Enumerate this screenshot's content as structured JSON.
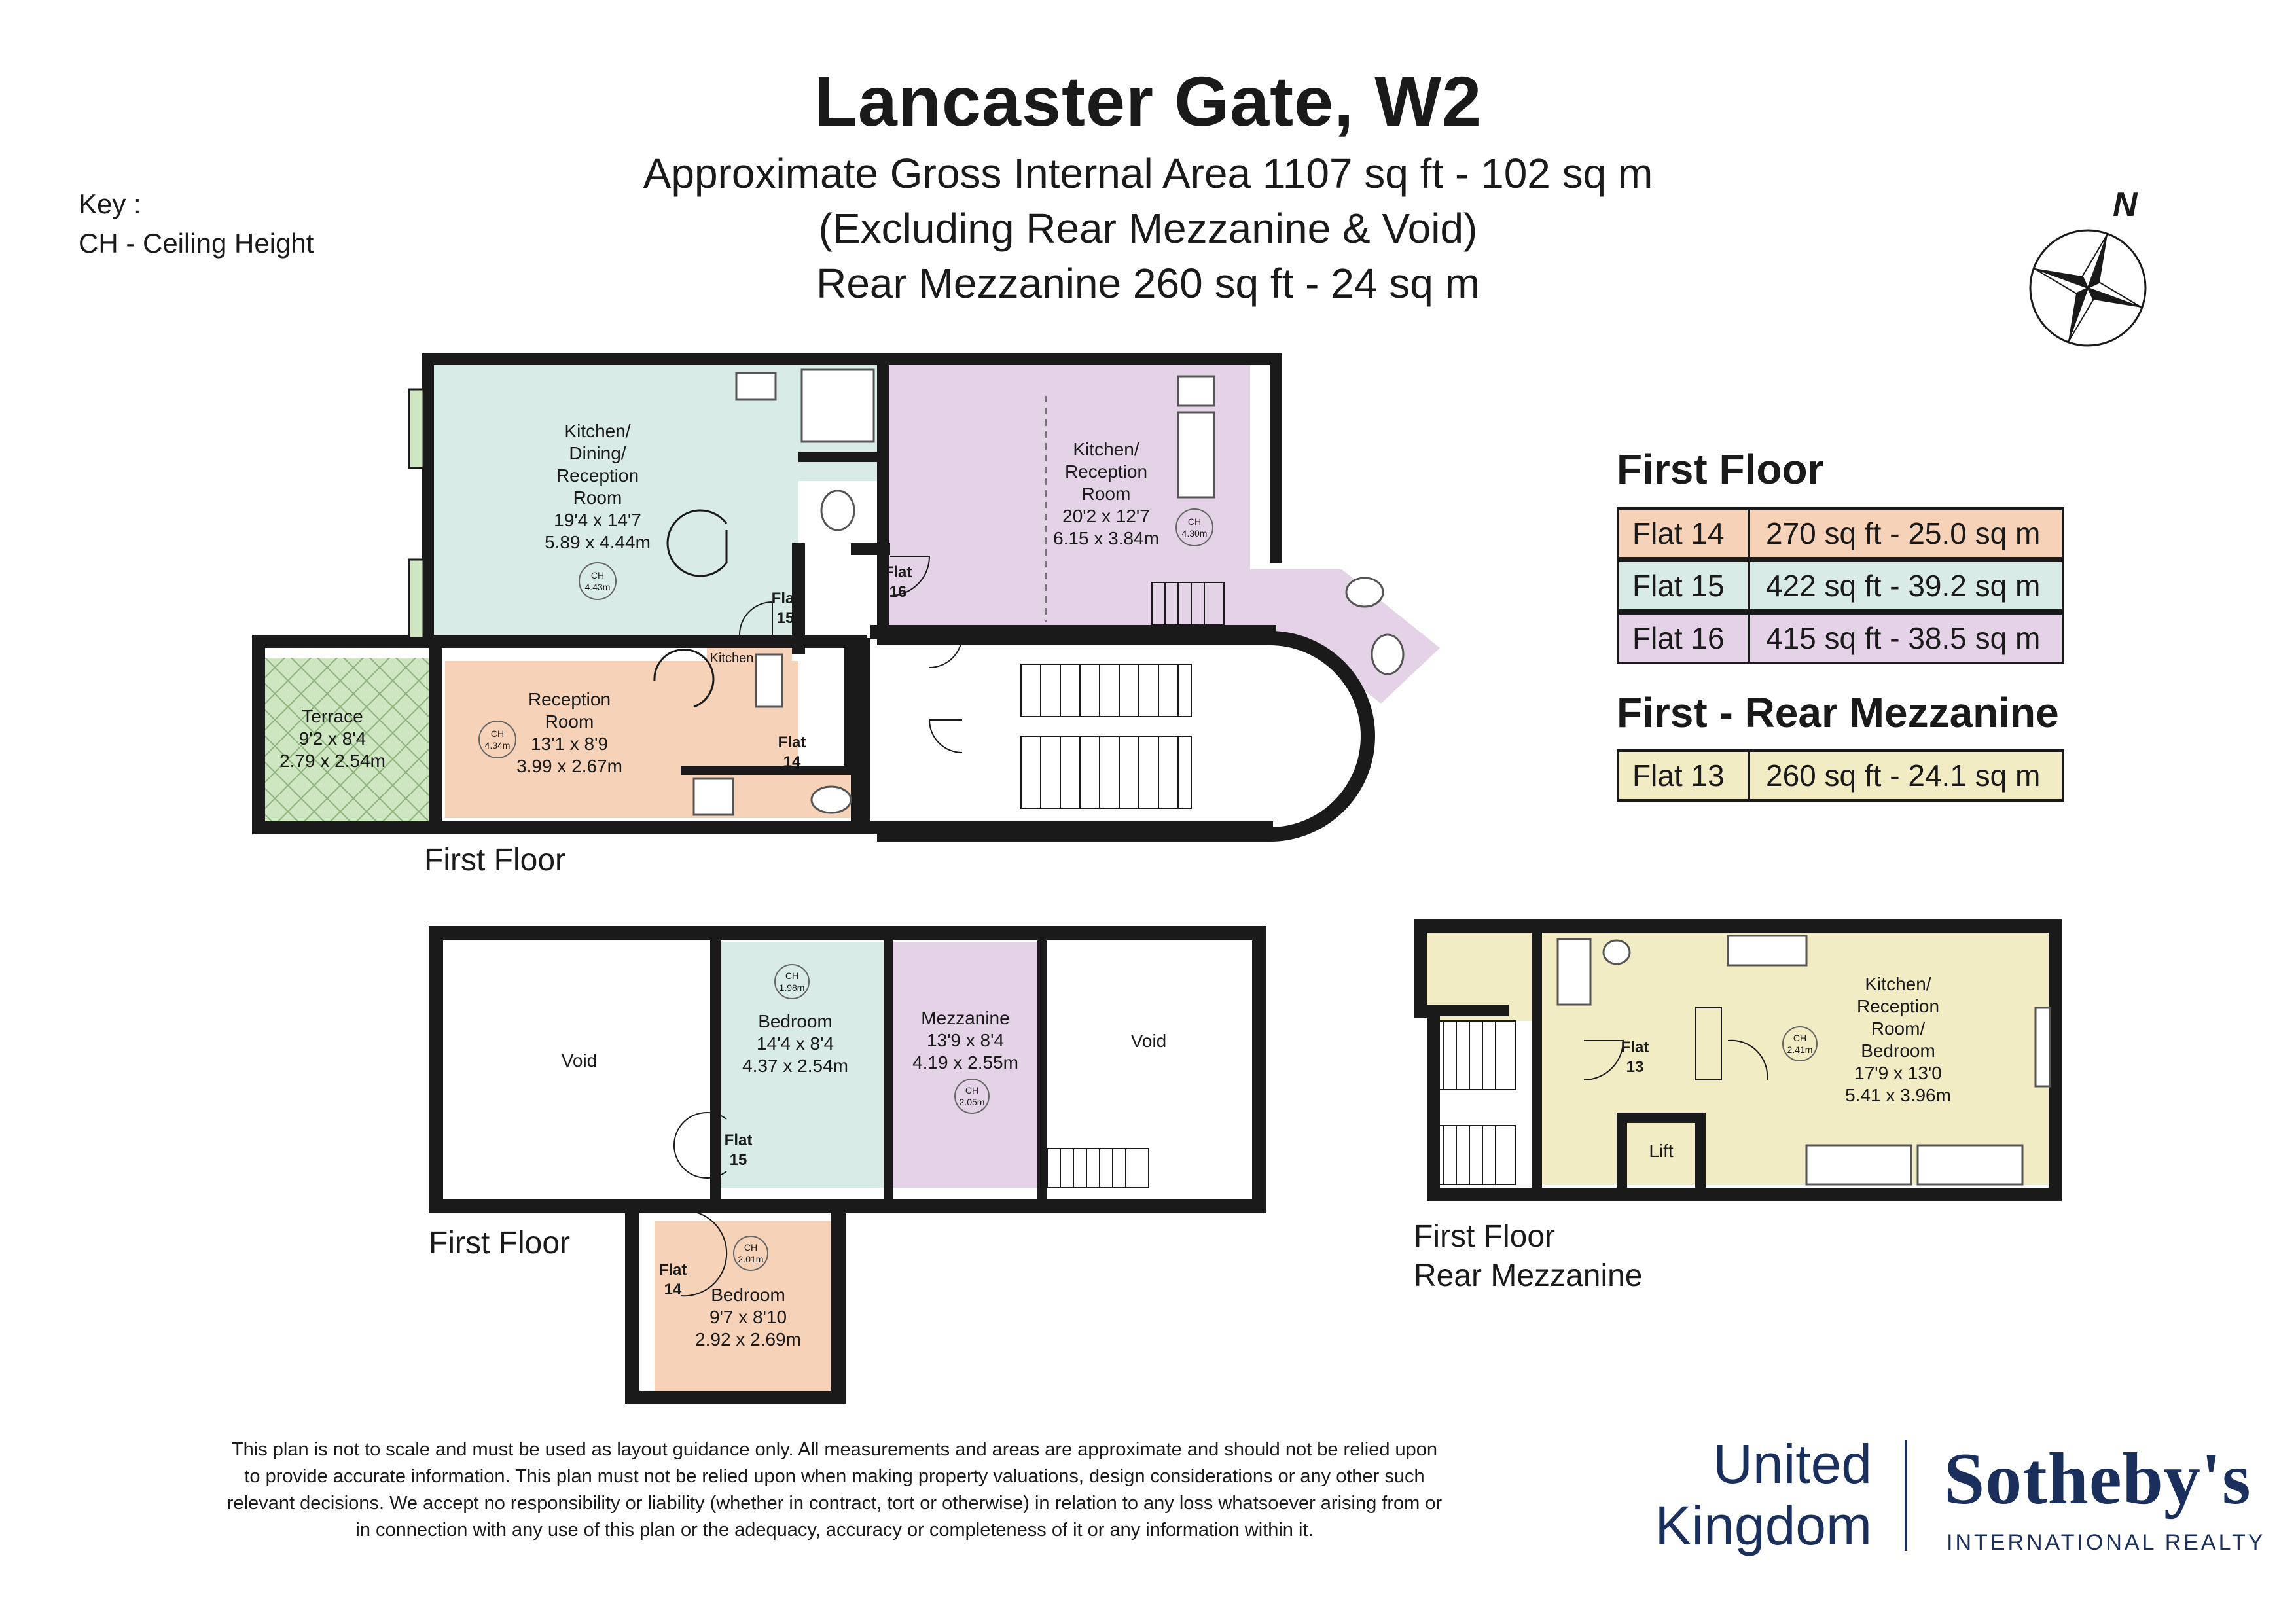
{
  "header": {
    "title": "Lancaster Gate, W2",
    "line1": "Approximate Gross Internal Area 1107 sq ft - 102 sq m",
    "line2": "(Excluding Rear Mezzanine & Void)",
    "line3": "Rear Mezzanine 260 sq ft - 24 sq m"
  },
  "key": {
    "label": "Key :",
    "item": "CH - Ceiling Height"
  },
  "compass": {
    "label": "N"
  },
  "area_tables": {
    "first_floor": {
      "heading": "First Floor",
      "rows": [
        {
          "flat": "Flat 14",
          "area": "270 sq ft - 25.0 sq m",
          "color": "#f6d2b8"
        },
        {
          "flat": "Flat 15",
          "area": "422 sq ft - 39.2 sq m",
          "color": "#d9ebe6"
        },
        {
          "flat": "Flat 16",
          "area": "415 sq ft - 38.5 sq m",
          "color": "#e4d2e6"
        }
      ]
    },
    "rear_mezzanine": {
      "heading": "First - Rear Mezzanine",
      "rows": [
        {
          "flat": "Flat 13",
          "area": "260 sq ft - 24.1 sq m",
          "color": "#f1ecc4"
        }
      ]
    }
  },
  "plan_main": {
    "floor_label": "First Floor",
    "kitchen15": {
      "l1": "Kitchen/",
      "l2": "Dining/",
      "l3": "Reception",
      "l4": "Room",
      "dim_imp": "19'4 x 14'7",
      "dim_met": "5.89 x 4.44m",
      "ch": "CH",
      "ch_val": "4.43m"
    },
    "kitchen16": {
      "l1": "Kitchen/",
      "l2": "Reception",
      "l3": "Room",
      "dim_imp": "20'2 x 12'7",
      "dim_met": "6.15 x 3.84m",
      "ch": "CH",
      "ch_val": "4.30m"
    },
    "reception14": {
      "l1": "Reception",
      "l2": "Room",
      "dim_imp": "13'1 x 8'9",
      "dim_met": "3.99 x 2.67m",
      "ch": "CH",
      "ch_val": "4.34m"
    },
    "terrace": {
      "l1": "Terrace",
      "dim_imp": "9'2 x 8'4",
      "dim_met": "2.79 x 2.54m"
    },
    "kitchen_small": "Kitchen",
    "flat15": {
      "l1": "Flat",
      "l2": "15"
    },
    "flat16": {
      "l1": "Flat",
      "l2": "16"
    },
    "flat14": {
      "l1": "Flat",
      "l2": "14"
    }
  },
  "plan_mezz": {
    "floor_label": "First Floor",
    "void_left": "Void",
    "void_right": "Void",
    "bedroom15": {
      "l1": "Bedroom",
      "dim_imp": "14'4 x 8'4",
      "dim_met": "4.37 x 2.54m",
      "ch": "CH",
      "ch_val": "1.98m"
    },
    "mezzanine16": {
      "l1": "Mezzanine",
      "dim_imp": "13'9 x 8'4",
      "dim_met": "4.19 x 2.55m",
      "ch": "CH",
      "ch_val": "2.05m"
    },
    "bedroom14": {
      "l1": "Bedroom",
      "dim_imp": "9'7 x 8'10",
      "dim_met": "2.92 x 2.69m",
      "ch": "CH",
      "ch_val": "2.01m"
    },
    "flat15": {
      "l1": "Flat",
      "l2": "15"
    },
    "flat14": {
      "l1": "Flat",
      "l2": "14"
    }
  },
  "plan_rear": {
    "floor_label_1": "First Floor",
    "floor_label_2": "Rear Mezzanine",
    "kitchen13": {
      "l1": "Kitchen/",
      "l2": "Reception",
      "l3": "Room/",
      "l4": "Bedroom",
      "dim_imp": "17'9 x 13'0",
      "dim_met": "5.41 x 3.96m",
      "ch": "CH",
      "ch_val": "2.41m"
    },
    "flat13": {
      "l1": "Flat",
      "l2": "13"
    },
    "lift": "Lift"
  },
  "disclaimer": "This plan is not to scale and must be used as layout guidance only. All measurements and areas are approximate and should not be relied upon to provide accurate information. This plan must not be relied upon when making property valuations, design considerations or any other such relevant decisions. We accept no responsibility or liability (whether in contract, tort or otherwise) in relation to any loss whatsoever arising from or in connection with any use of this plan or the adequacy, accuracy or completeness of it or any information within it.",
  "brand": {
    "united": "United",
    "kingdom": "Kingdom",
    "name": "Sotheby's",
    "tagline": "INTERNATIONAL REALTY"
  }
}
